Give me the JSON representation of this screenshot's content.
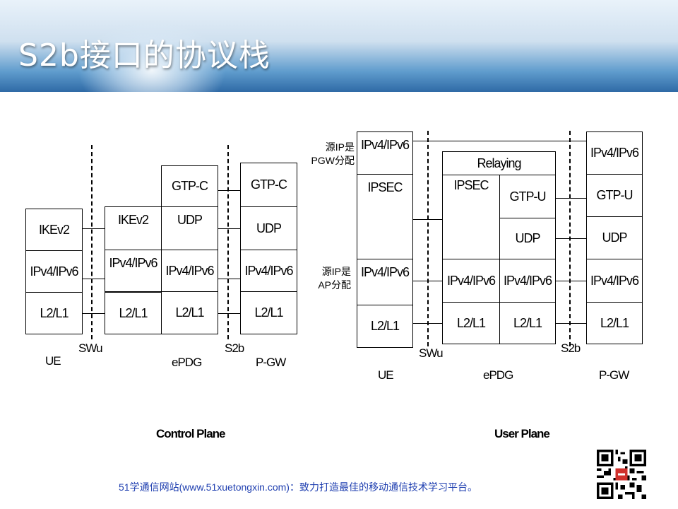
{
  "title": "S2b接口的协议栈",
  "control_plane": {
    "label": "Control Plane",
    "ue": {
      "name": "UE",
      "layers": [
        "IKEv2",
        "IPv4/IPv6",
        "L2/L1"
      ]
    },
    "epdg_left": [
      "IKEv2",
      "IPv4/IPv6",
      "L2/L1"
    ],
    "epdg_right": [
      "GTP-C",
      "UDP",
      "IPv4/IPv6",
      "L2/L1"
    ],
    "epdg_name": "ePDG",
    "pgw": {
      "name": "P-GW",
      "layers": [
        "GTP-C",
        "UDP",
        "IPv4/IPv6",
        "L2/L1"
      ]
    },
    "iface1": "SWu",
    "iface2": "S2b"
  },
  "user_plane": {
    "label": "User Plane",
    "ue": {
      "name": "UE",
      "layers": [
        "IPv4/IPv6",
        "IPSEC",
        "IPv4/IPv6",
        "L2/L1"
      ]
    },
    "epdg": {
      "name": "ePDG",
      "relaying": "Relaying",
      "ipsec": "IPSEC",
      "gtpu": "GTP-U",
      "udp": "UDP",
      "ip_left": "IPv4/IPv6",
      "ip_right": "IPv4/IPv6",
      "l2_left": "L2/L1",
      "l2_right": "L2/L1"
    },
    "pgw": {
      "name": "P-GW",
      "layers": [
        "IPv4/IPv6",
        "GTP-U",
        "UDP",
        "IPv4/IPv6",
        "L2/L1"
      ]
    },
    "iface1": "SWu",
    "iface2": "S2b",
    "note_inner_1": "源IP是",
    "note_inner_2": "PGW分配",
    "note_outer_1": "源IP是",
    "note_outer_2": "AP分配"
  },
  "footer": "51学通信网站(www.51xuetongxin.com)：致力打造最佳的移动通信技术学习平台。"
}
